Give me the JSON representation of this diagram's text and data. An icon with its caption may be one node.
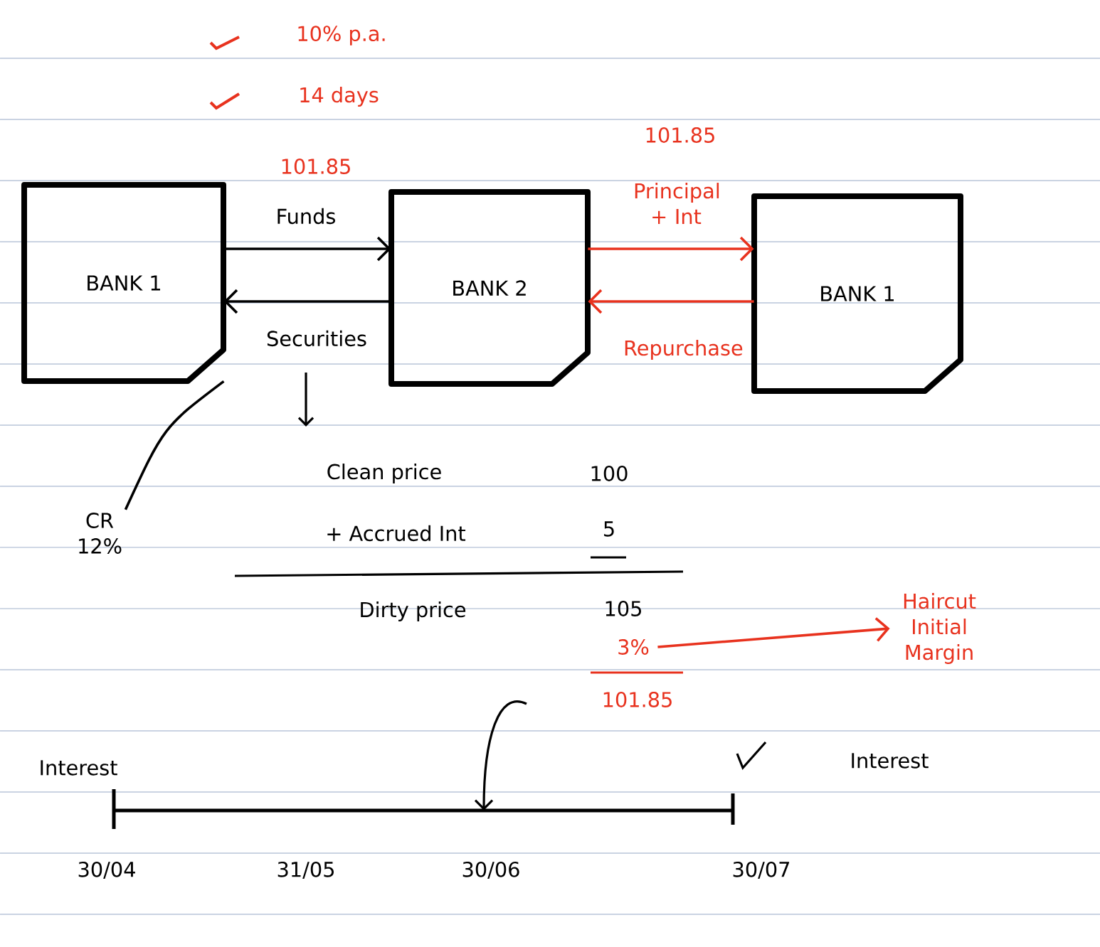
{
  "diagram": {
    "nodes": [
      {
        "text": [
          "BANK 1"
        ]
      },
      {
        "text": [
          "BANK 2"
        ]
      },
      {
        "text": [
          "BANK 1"
        ]
      },
      {
        "text": [
          "3%"
        ]
      },
      {
        "text": [
          "Haircut Initial Margin"
        ]
      },
      {
        "text": [
          "CR 12%"
        ]
      }
    ],
    "edges": [
      {
        "from": 0,
        "to": 1,
        "arrow": "to",
        "label": "Funds"
      },
      {
        "from": 1,
        "to": 0,
        "arrow": "to",
        "label": "Securities"
      },
      {
        "from": 1,
        "to": 2,
        "arrow": "to",
        "label": "Principal + Int",
        "color": "#e8321e"
      },
      {
        "from": 2,
        "to": 1,
        "arrow": "to",
        "label": "Repurchase",
        "color": "#e8321e"
      },
      {
        "from": 3,
        "to": 4,
        "arrow": "to",
        "color": "#e8321e"
      },
      {
        "from": 5,
        "to": 0,
        "arrow": "none"
      }
    ],
    "labels": [
      "10% p.a.",
      "14 days",
      "101.85",
      "101.85",
      "Clean price",
      "100",
      "+ Accrued Int",
      "5",
      "Dirty price",
      "105",
      "101.85",
      "Interest",
      "Interest",
      "30/04",
      "31/05",
      "30/06",
      "30/07"
    ]
  }
}
